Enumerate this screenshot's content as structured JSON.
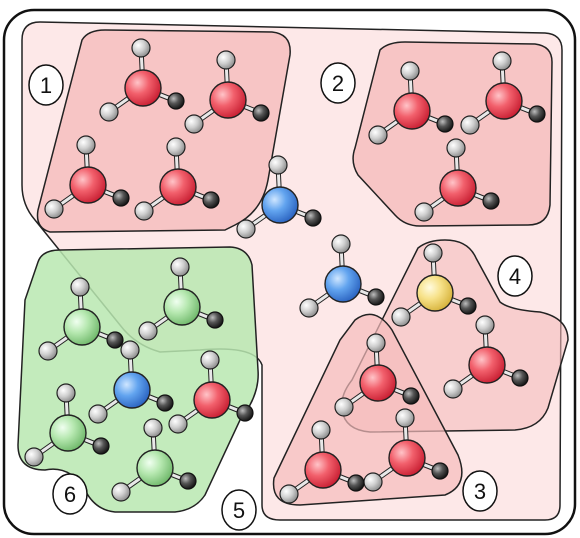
{
  "diagram": {
    "groups": [
      {
        "label": "1",
        "color": "#f2b8b8"
      },
      {
        "label": "2",
        "color": "#f2b8b8"
      },
      {
        "label": "3",
        "color": "#f2b8b8"
      },
      {
        "label": "4",
        "color": "#f2b8b8"
      },
      {
        "label": "5",
        "color": "#fde7e7"
      },
      {
        "label": "6",
        "color": "#a8e0a0"
      }
    ],
    "atom_colors": {
      "red": "#e8404f",
      "blue": "#3b86e0",
      "green": "#8fd88a",
      "yellow": "#f2d45a",
      "hydrogen": "#bdbdbd",
      "dark": "#333333"
    }
  }
}
